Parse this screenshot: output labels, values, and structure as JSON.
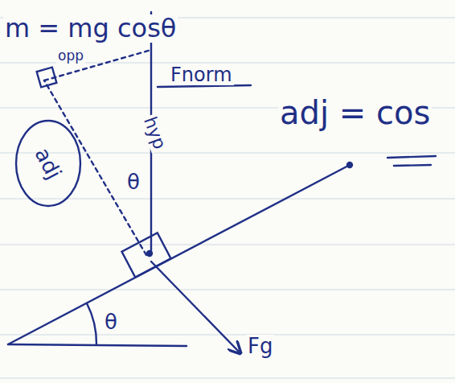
{
  "diagram": {
    "nodes": [
      {
        "text": [
          "adj"
        ]
      }
    ],
    "labels": [
      "m = mg cosθ",
      "opp",
      "Fnorm",
      "hyp",
      "θ",
      "adj = cos",
      "θ",
      "Fg"
    ]
  }
}
